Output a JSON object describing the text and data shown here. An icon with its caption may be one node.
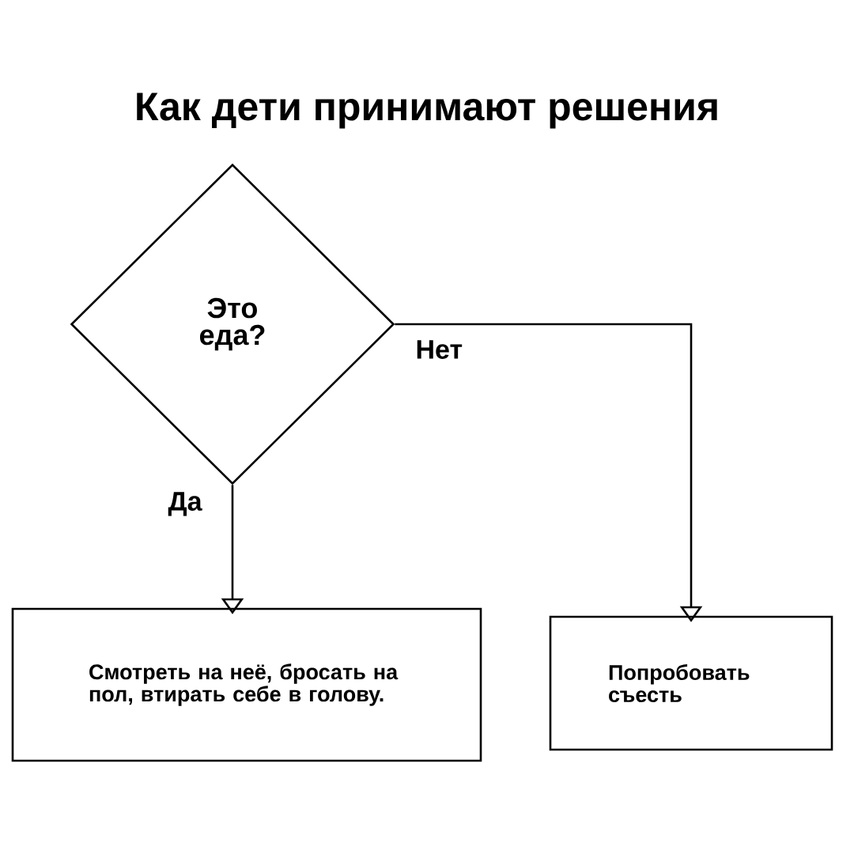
{
  "diagram": {
    "title": "Как дети принимают решения",
    "nodes": [
      {
        "text": [
          "Это еда?"
        ]
      },
      {
        "text": [
          "Смотреть на неё, бросать на пол, втирать себе в голову."
        ]
      },
      {
        "text": [
          "Попробовать съесть"
        ]
      }
    ],
    "edges": [
      {
        "from": 0,
        "to": 2,
        "arrow": "to",
        "label": "Нет"
      },
      {
        "from": 0,
        "to": 1,
        "arrow": "to",
        "label": "Да"
      }
    ]
  }
}
